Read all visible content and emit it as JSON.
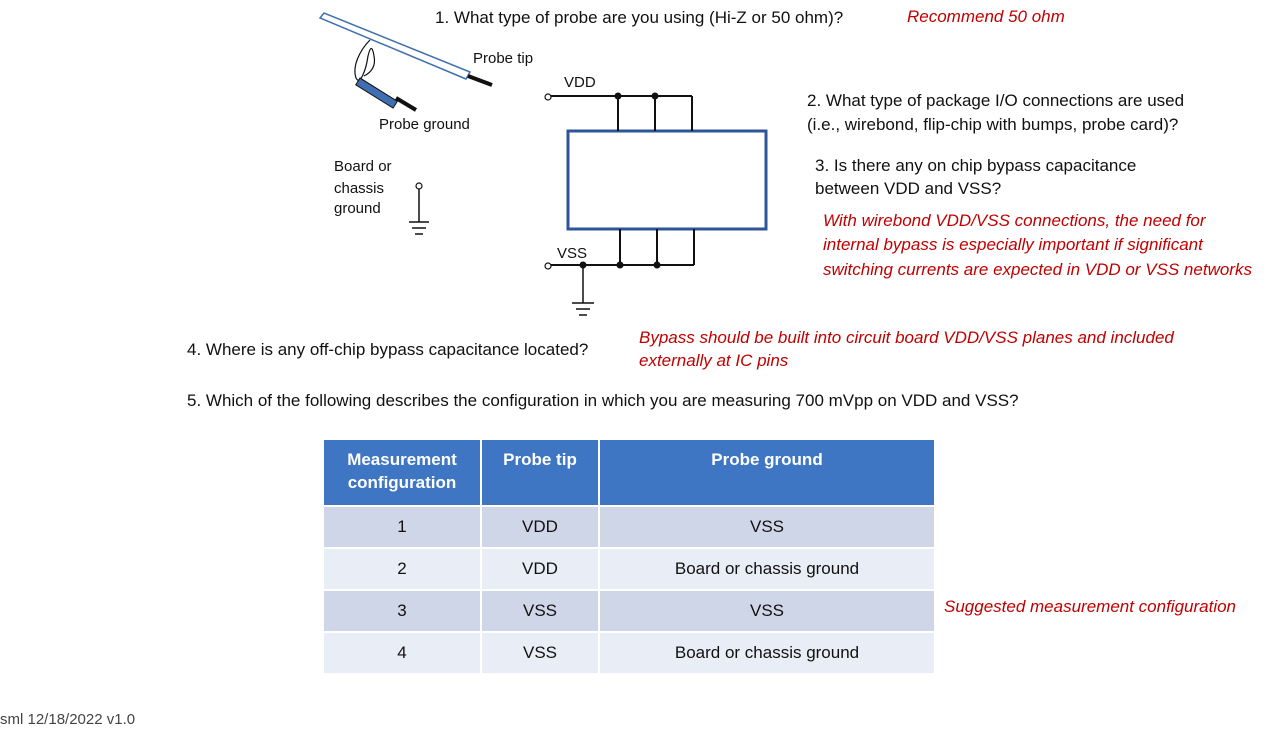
{
  "questions": {
    "q1": "1. What type of probe are you using (Hi-Z or 50 ohm)?",
    "q1_answer": "Recommend 50 ohm",
    "q2_line1": "2. What type of package I/O connections are used",
    "q2_line2": "(i.e., wirebond, flip-chip with bumps, probe card)?",
    "q3_line1": "3. Is there  any on chip bypass capacitance",
    "q3_line2": "between VDD and VSS?",
    "q3_answer_line1": "With wirebond VDD/VSS connections, the need for",
    "q3_answer_line2": "internal bypass is especially important if significant",
    "q3_answer_line3": "switching currents are expected in VDD or VSS networks",
    "q4": "4. Where is any off-chip bypass capacitance located?",
    "q4_answer_line1": "Bypass should be built into circuit board VDD/VSS planes and included",
    "q4_answer_line2": "externally at IC pins",
    "q5": "5. Which of the following describes the configuration in which you are measuring 700 mVpp on VDD and VSS?"
  },
  "diagram": {
    "probe_tip_label": "Probe tip",
    "probe_ground_label": "Probe ground",
    "board_ground_line1": "Board or",
    "board_ground_line2": "chassis",
    "board_ground_line3": "ground",
    "vdd_label": "VDD",
    "vss_label": "VSS"
  },
  "table": {
    "headers": {
      "col1_line1": "Measurement",
      "col1_line2": "configuration",
      "col2": "Probe tip",
      "col3": "Probe ground"
    },
    "rows": [
      {
        "config": "1",
        "tip": "VDD",
        "ground": "VSS"
      },
      {
        "config": "2",
        "tip": "VDD",
        "ground": "Board or chassis ground"
      },
      {
        "config": "3",
        "tip": "VSS",
        "ground": "VSS"
      },
      {
        "config": "4",
        "tip": "VSS",
        "ground": "Board or chassis ground"
      }
    ]
  },
  "suggested_note": "Suggested measurement configuration",
  "footer": "sml 12/18/2022 v1.0",
  "colors": {
    "answer_red": "#c00000",
    "header_blue": "#3f76c4",
    "row_dark": "#cfd6e8",
    "row_light": "#e9edf5",
    "chip_outline": "#2e5597"
  }
}
